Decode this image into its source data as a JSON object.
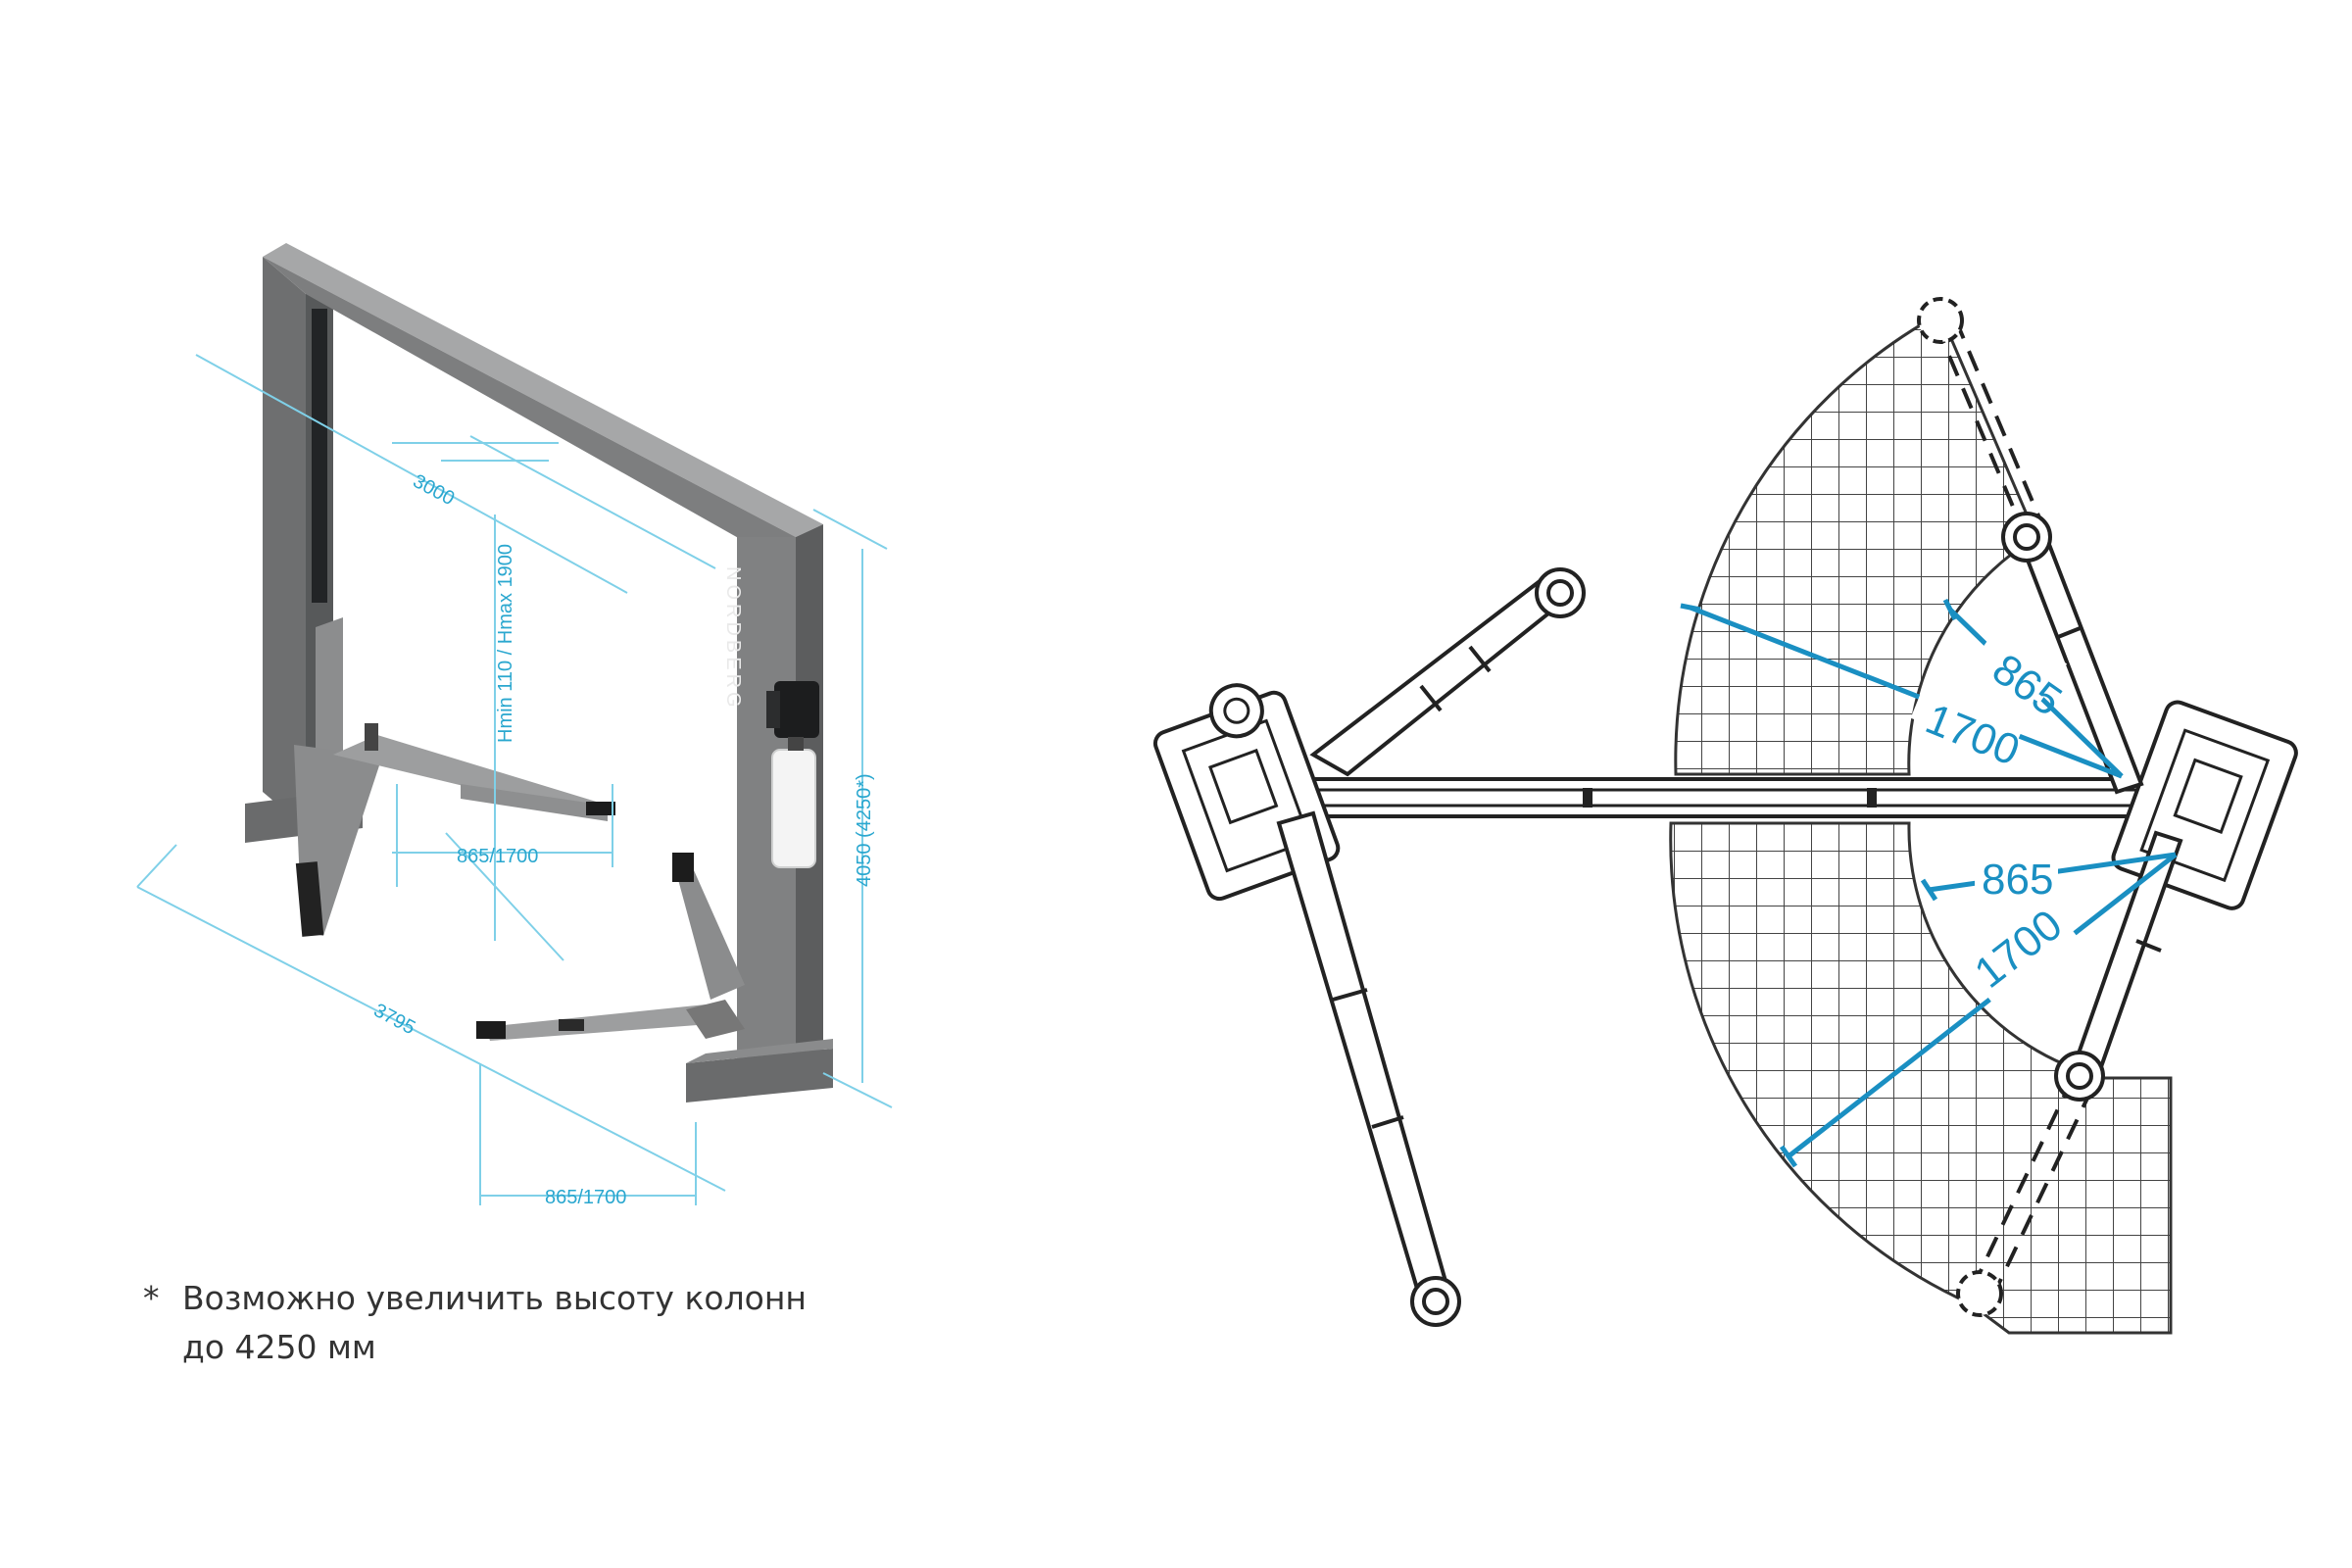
{
  "lift": {
    "brand": "NORDBERG",
    "dims": {
      "width_inner": "3000",
      "height_range": "Hmin 110 / Hmax 1900",
      "arm_top": "865/1700",
      "total_height": "4050 (4250*)",
      "base_length": "3795",
      "arm_bottom": "865/1700"
    }
  },
  "plan": {
    "upper_short": "865",
    "upper_long": "1700",
    "lower_short": "865",
    "lower_long": "1700"
  },
  "footnote": {
    "mark": "*",
    "line1": "Возможно увеличить высоту колонн",
    "line2": "до 4250 мм"
  },
  "colors": {
    "dimension": "#2aa7cf",
    "frame": "#7e7f80",
    "outline": "#2a2a2a"
  }
}
